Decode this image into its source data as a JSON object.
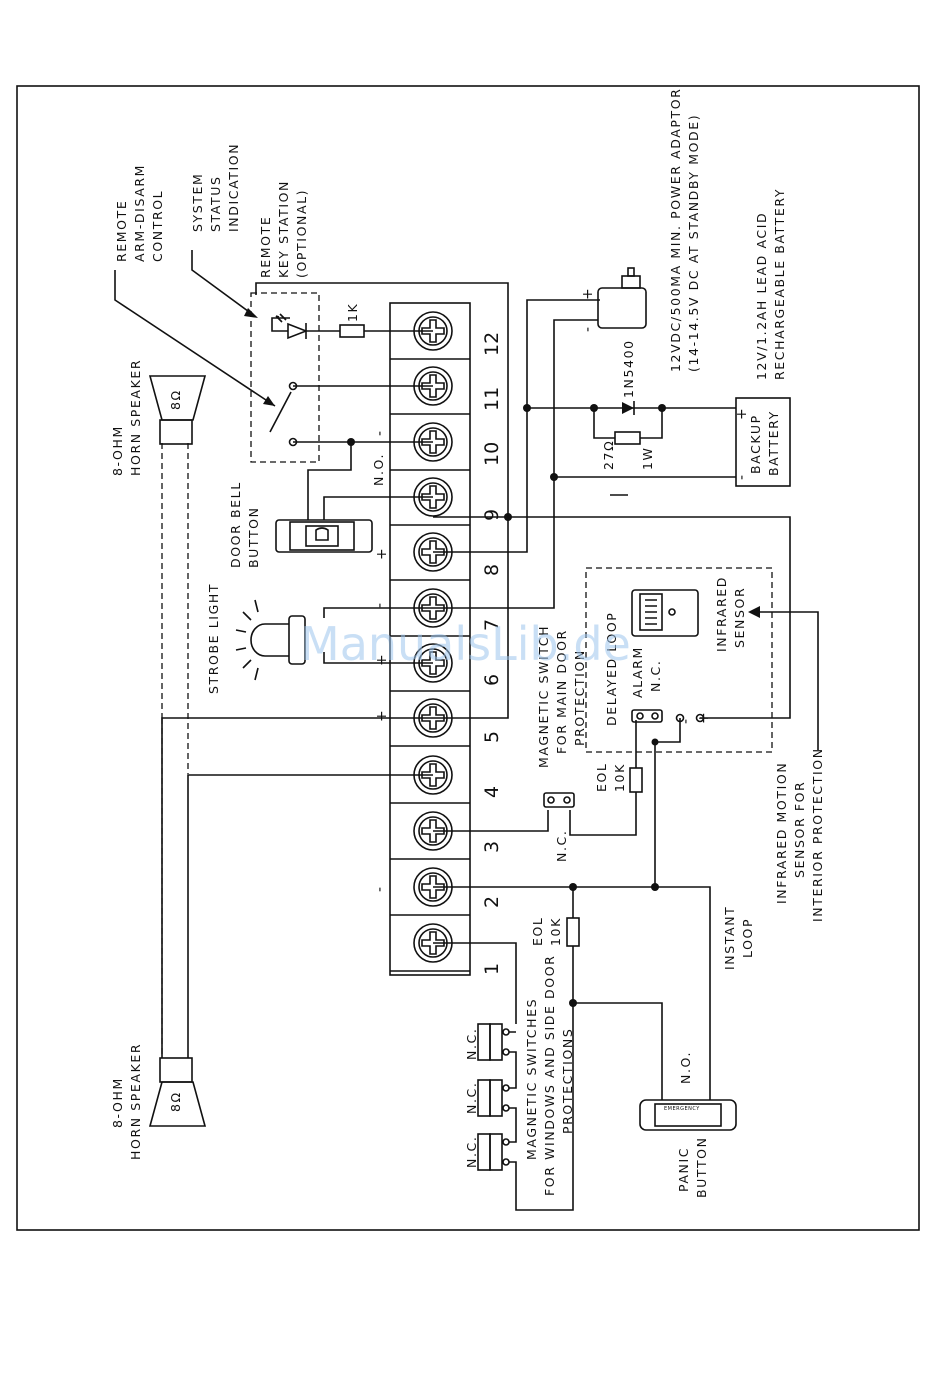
{
  "terminals": [
    "1",
    "2",
    "3",
    "4",
    "5",
    "6",
    "7",
    "8",
    "9",
    "10",
    "11",
    "12"
  ],
  "signs": {
    "minus": "-",
    "plus": "+"
  },
  "labels": {
    "remote_arm_disarm": [
      "REMOTE",
      "ARM-DISARM",
      "CONTROL"
    ],
    "system_status": [
      "SYSTEM",
      "STATUS",
      "INDICATION"
    ],
    "remote_key_station": [
      "REMOTE",
      "KEY STATION",
      "(OPTIONAL)"
    ],
    "power_adaptor": [
      "12VDC/500MA MIN. POWER ADAPTOR",
      "(14-14.5V DC AT STANDBY MODE)"
    ],
    "battery_spec": [
      "12V/1.2AH LEAD ACID",
      "RECHARGEABLE BATTERY"
    ],
    "backup_battery": [
      "BACKUP",
      "BATTERY"
    ],
    "diode": "1N5400",
    "resistor_ohm": "27Ω",
    "resistor_watt": "1W",
    "res_1k": "1K",
    "horn_top": [
      "8-OHM",
      "HORN SPEAKER"
    ],
    "horn_bottom": [
      "8-OHM",
      "HORN SPEAKER"
    ],
    "horn_symbol": "8Ω",
    "door_bell": [
      "DOOR BELL",
      "BUTTON"
    ],
    "strobe": "STROBE LIGHT",
    "no": "N.O.",
    "nc": "N.C.",
    "eol1": [
      "EOL",
      "10K"
    ],
    "eol2": [
      "EOL",
      "10K"
    ],
    "mag_main": [
      "MAGNETIC SWITCH",
      "FOR MAIN DOOR",
      "PROTECTION"
    ],
    "delayed_loop": "DELAYED LOOP",
    "alarm_nc": [
      "ALARM",
      "N.C."
    ],
    "infrared_sensor": [
      "INFRARED",
      "SENSOR"
    ],
    "infrared_motion": [
      "INFRARED MOTION",
      "SENSOR FOR",
      "INTERIOR PROTECTION"
    ],
    "instant_loop": [
      "INSTANT",
      "LOOP"
    ],
    "mag_windows": [
      "MAGNETIC SWITCHES",
      "FOR WINDOWS AND SIDE DOOR",
      "PROTECTIONS"
    ],
    "panic_button": [
      "PANIC",
      "BUTTON"
    ],
    "emergency": "EMERGENCY"
  },
  "watermark": "ManualsLib.de"
}
